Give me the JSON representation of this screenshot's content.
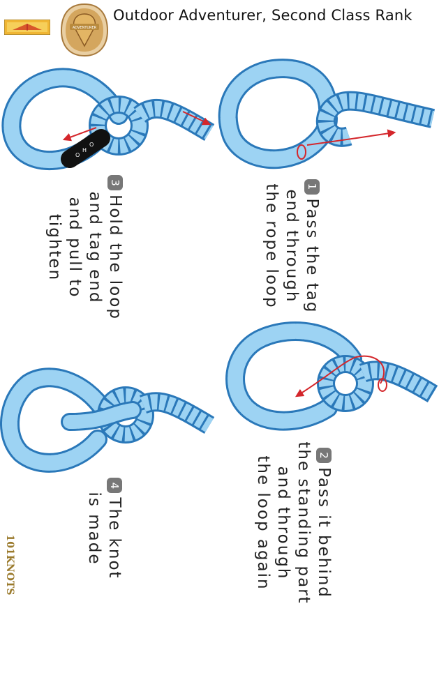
{
  "header": {
    "title": "Outdoor Adventurer, Second Class Rank",
    "badge_text": "ADVENTURER"
  },
  "steps": [
    {
      "number": "1",
      "lines": [
        "Pass the tag",
        "end through",
        "the rope loop"
      ]
    },
    {
      "number": "2",
      "lines": [
        "Pass it behind",
        "the standing part",
        "and through",
        "the loop again"
      ]
    },
    {
      "number": "3",
      "lines": [
        "Hold the loop",
        "and tag end",
        "and pull to",
        "tighten"
      ]
    },
    {
      "number": "4",
      "lines": [
        "The knot",
        "is made"
      ]
    }
  ],
  "tag_marks": [
    "O",
    "H",
    "O"
  ],
  "logo": {
    "text": "101KNOTS"
  },
  "colors": {
    "rope": "#6fb8e6",
    "rope_outline": "#2a78b9",
    "arrow": "#d4262b",
    "tag": "#111111",
    "badge": "#c7984e",
    "number_badge": "#777777"
  }
}
